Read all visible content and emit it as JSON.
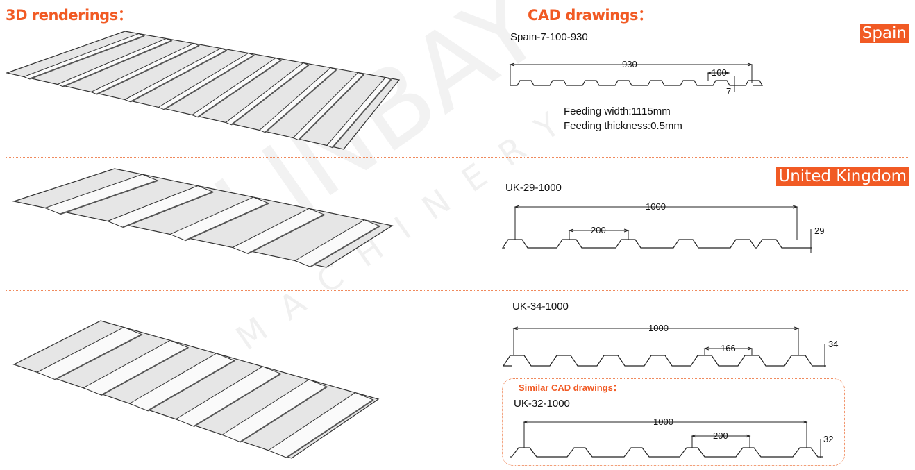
{
  "headers": {
    "renderings": "3D renderings：",
    "cad": "CAD drawings："
  },
  "watermark": {
    "brand": "LINBAY",
    "sub": "MACHINERY"
  },
  "colors": {
    "accent": "#f15a24"
  },
  "profiles": [
    {
      "region": "Spain",
      "name": "Spain-7-100-930",
      "width_dim": "930",
      "pitch_dim": "100",
      "height_dim": "7",
      "feeding_width": "Feeding width:1115mm",
      "feeding_thickness": "Feeding thickness:0.5mm"
    },
    {
      "region": "United Kingdom",
      "name": "UK-29-1000",
      "width_dim": "1000",
      "pitch_dim": "200",
      "height_dim": "29"
    },
    {
      "name": "UK-34-1000",
      "width_dim": "1000",
      "pitch_dim": "166",
      "height_dim": "34"
    }
  ],
  "similar": {
    "title": "Similar CAD drawings：",
    "name": "UK-32-1000",
    "width_dim": "1000",
    "pitch_dim": "200",
    "height_dim": "32"
  }
}
